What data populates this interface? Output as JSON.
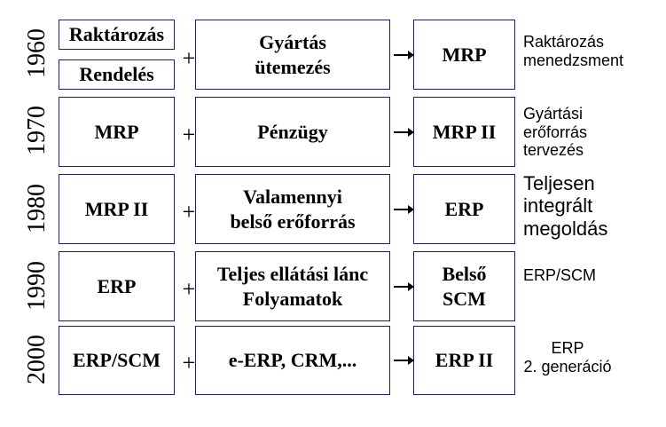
{
  "rows": [
    {
      "year": "1960",
      "inputs": [
        "Raktározás",
        "Rendelés"
      ],
      "process": [
        "Gyártás",
        "ütemezés"
      ],
      "output": [
        "MRP"
      ],
      "description": [
        "Raktározás",
        "menedzsment"
      ]
    },
    {
      "year": "1970",
      "inputs": [
        "MRP"
      ],
      "process": [
        "Pénzügy"
      ],
      "output": [
        "MRP II"
      ],
      "description": [
        "Gyártási",
        "erőforrás",
        "tervezés"
      ]
    },
    {
      "year": "1980",
      "inputs": [
        "MRP II"
      ],
      "process": [
        "Valamennyi",
        "belső erőforrás"
      ],
      "output": [
        "ERP"
      ],
      "description": [
        "Teljesen",
        "integrált",
        "megoldás"
      ]
    },
    {
      "year": "1990",
      "inputs": [
        "ERP"
      ],
      "process": [
        "Teljes ellátási lánc",
        "Folyamatok"
      ],
      "output": [
        "Belső",
        "SCM"
      ],
      "description": [
        "ERP/SCM"
      ]
    },
    {
      "year": "2000",
      "inputs": [
        "ERP/SCM"
      ],
      "process": [
        "e-ERP, CRM,..."
      ],
      "output": [
        "ERP II"
      ],
      "description": [
        "ERP",
        "2. generáció"
      ]
    }
  ],
  "operator": "+"
}
